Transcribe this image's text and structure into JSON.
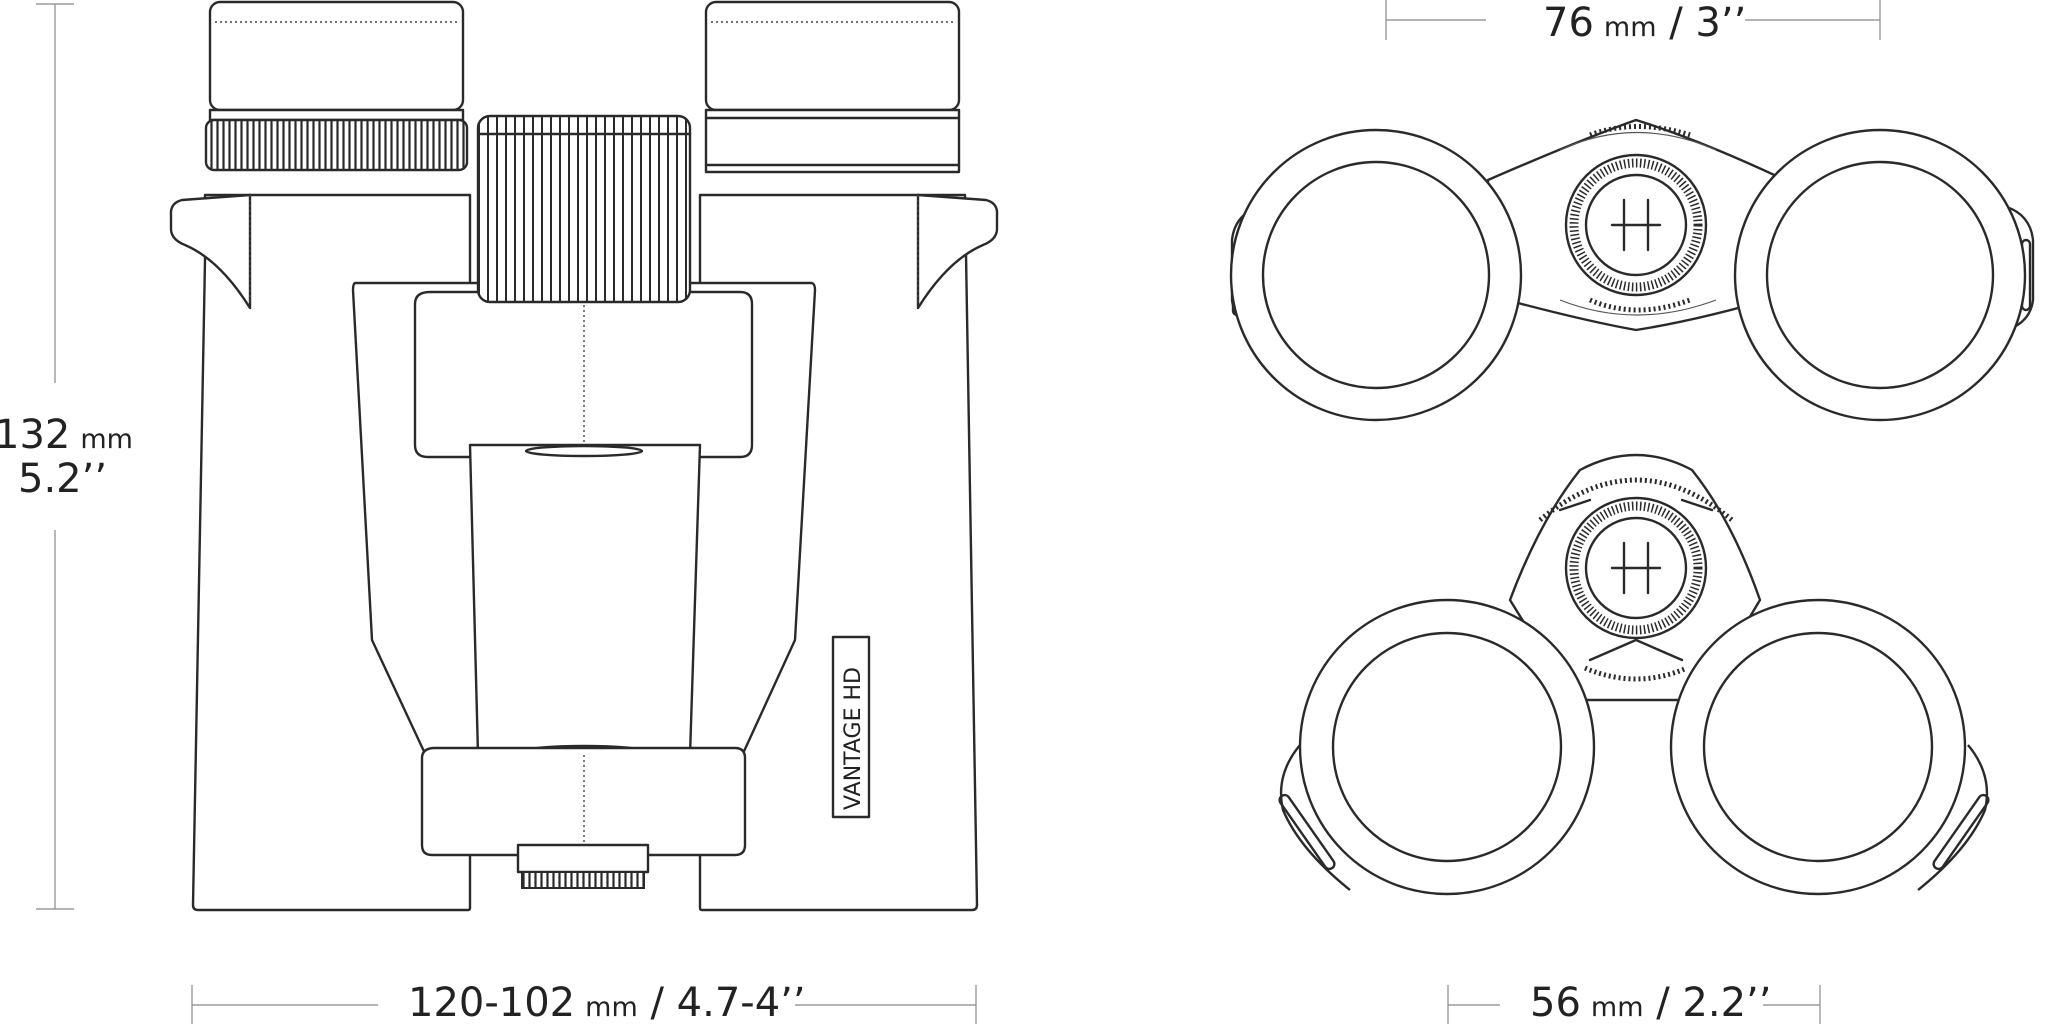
{
  "dimensions": {
    "height": {
      "mm_value": "132",
      "mm_unit": "mm",
      "inches": "5.2’’"
    },
    "width": {
      "mm_value": "120-102",
      "mm_unit": "mm",
      "inches": " / 4.7-4’’"
    },
    "eyepiece_span": {
      "mm_value": "76",
      "mm_unit": "mm",
      "inches": " / 3’’"
    },
    "objective_span": {
      "mm_value": "56",
      "mm_unit": "mm",
      "inches": " / 2.2’’"
    }
  },
  "product_label": "VANTAGE HD",
  "colors": {
    "line": "#2a2a2a",
    "dimension_line": "#888888",
    "background": "#ffffff"
  }
}
